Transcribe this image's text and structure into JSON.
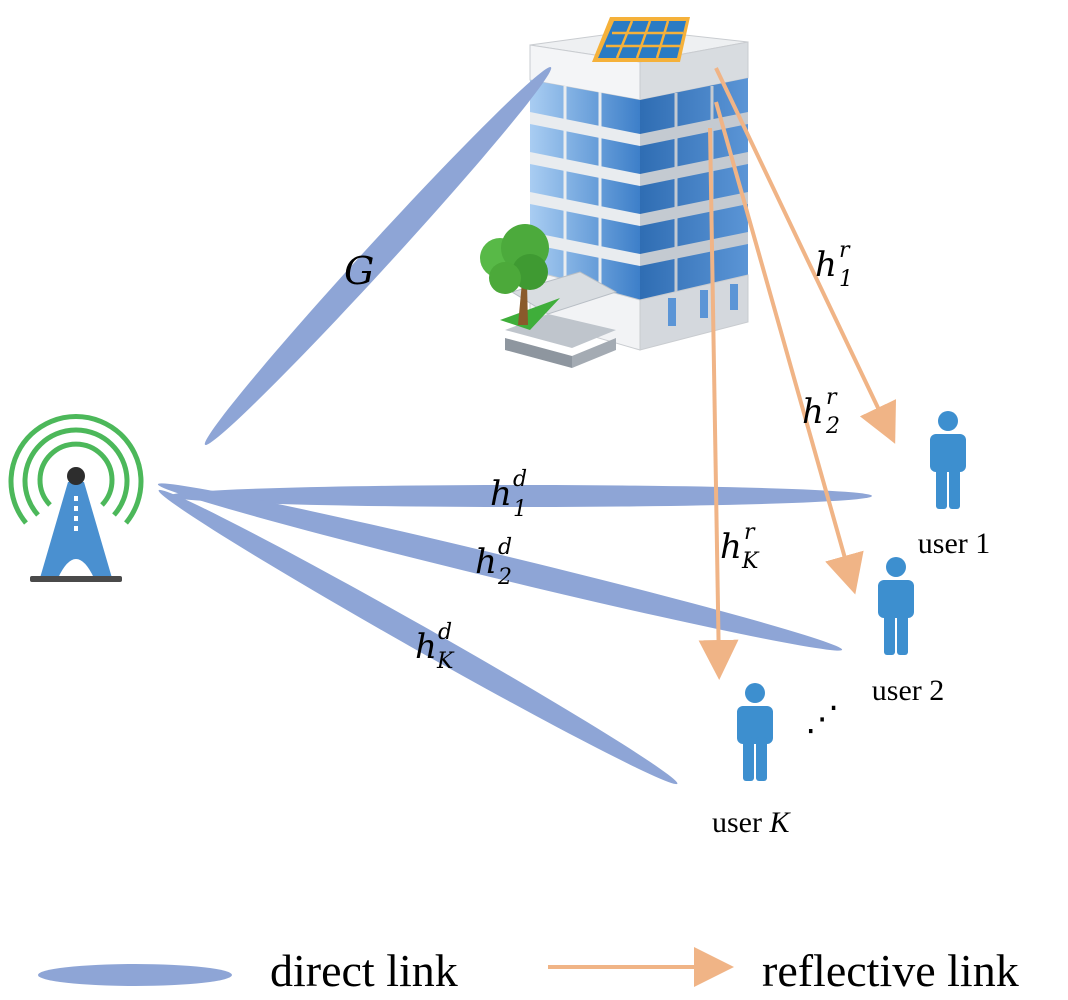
{
  "colors": {
    "direct_link": "#8ea5d6",
    "reflective_link": "#f0b486",
    "antenna": "#4a90d0",
    "antenna_waves": "#4cb85a",
    "user": "#3d8fcf",
    "building_glass": "#6fa7e0",
    "solar_panel": "#2a7bc4",
    "solar_frame": "#f5b13a"
  },
  "links": {
    "G": "G",
    "h1d": {
      "base": "h",
      "sup": "d",
      "sub": "1"
    },
    "h2d": {
      "base": "h",
      "sup": "d",
      "sub": "2"
    },
    "hKd": {
      "base": "h",
      "sup": "d",
      "sub": "K"
    },
    "h1r": {
      "base": "h",
      "sup": "r",
      "sub": "1"
    },
    "h2r": {
      "base": "h",
      "sup": "r",
      "sub": "2"
    },
    "hKr": {
      "base": "h",
      "sup": "r",
      "sub": "K"
    }
  },
  "users": {
    "u1": {
      "text": "user 1"
    },
    "u2": {
      "text": "user 2"
    },
    "uK": {
      "text": "user ",
      "italic": "K"
    },
    "ellipsis": "⋰"
  },
  "legend": {
    "direct": "direct link",
    "reflective": "reflective link"
  },
  "icons": [
    "base-station-icon",
    "building-icon",
    "solar-panel-icon",
    "tree-icon",
    "user-icon"
  ]
}
